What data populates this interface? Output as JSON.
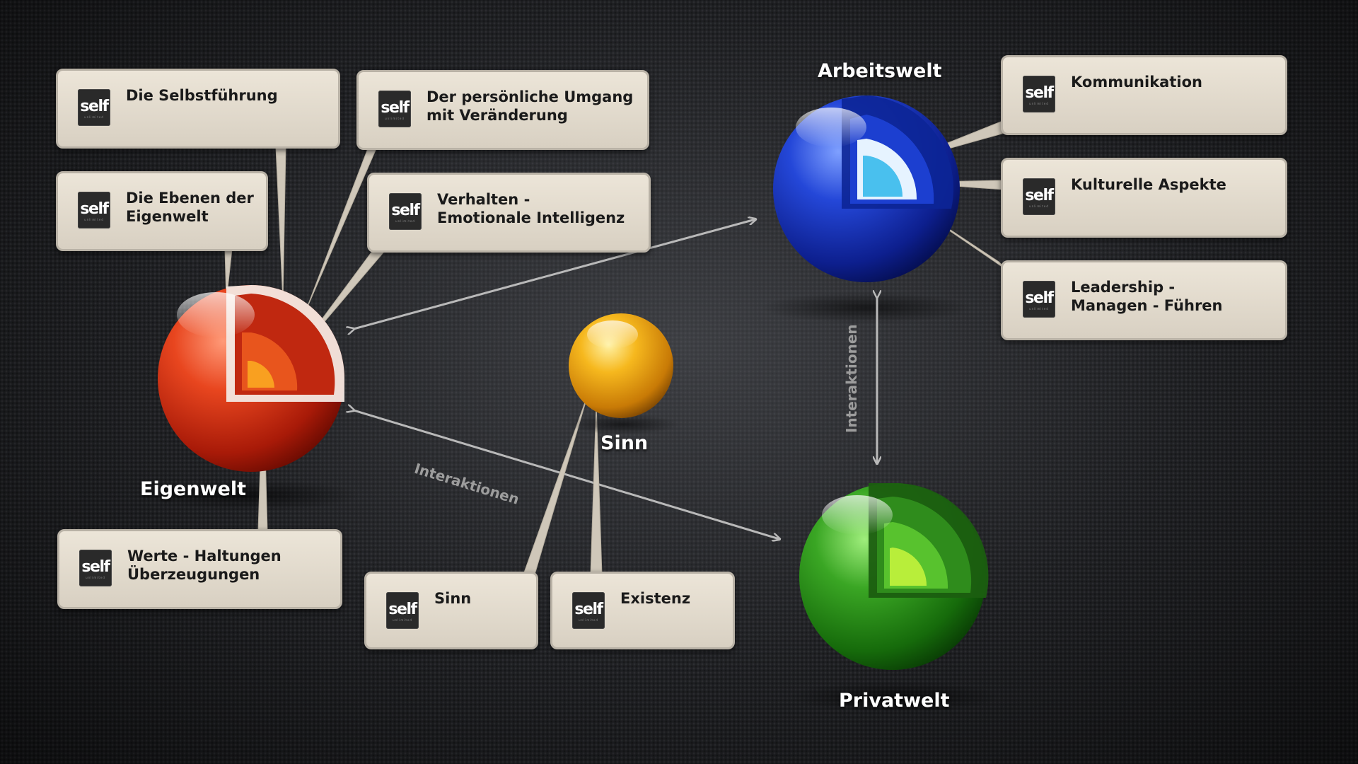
{
  "brand": {
    "logo_text": "self",
    "logo_sub": "unlimited"
  },
  "worlds": {
    "eigenwelt": "Eigenwelt",
    "arbeitswelt": "Arbeitswelt",
    "privatwelt": "Privatwelt",
    "sinn": "Sinn"
  },
  "interactions": {
    "eigen_privat": "Interaktionen",
    "arbeit_privat": "Interaktionen"
  },
  "boxes": {
    "selbstfuehrung": "Die Selbstführung",
    "veraenderung": "Der persönliche Umgang\nmit Veränderung",
    "ebenen": "Die Ebenen der\nEigenwelt",
    "verhalten": "Verhalten -\nEmotionale Intelligenz",
    "werte": "Werte - Haltungen\nÜberzeugungen",
    "sinn": "Sinn",
    "existenz": "Existenz",
    "kommunikation": "Kommunikation",
    "kulturelle": "Kulturelle Aspekte",
    "leadership": "Leadership -\nManagen - Führen"
  },
  "colors": {
    "eigenwelt": "#d8321a",
    "arbeitswelt": "#1a36c8",
    "privatwelt": "#2f9a1c",
    "sinn": "#f0a418",
    "box": "#e3dccf",
    "connector": "#cfc7b9"
  }
}
